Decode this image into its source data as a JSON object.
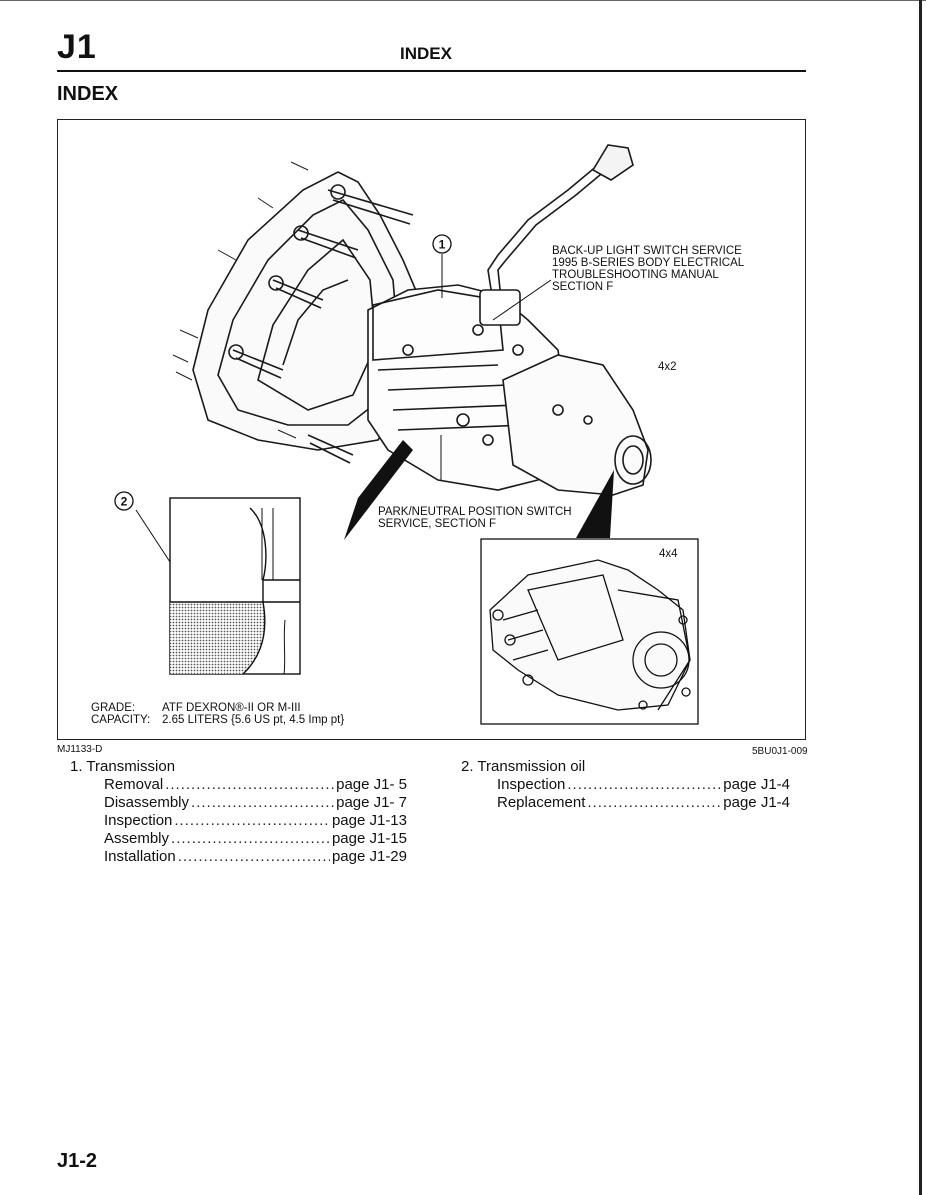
{
  "header": {
    "section_code": "J1",
    "running_title": "INDEX"
  },
  "page_title": "INDEX",
  "figure": {
    "callout_1_number": "1",
    "callout_2_number": "2",
    "backup_light_note": "BACK-UP LIGHT SWITCH SERVICE\n1995 B-SERIES BODY ELECTRICAL\nTROUBLESHOOTING MANUAL\nSECTION F",
    "park_neutral_note": "PARK/NEUTRAL POSITION SWITCH\nSERVICE, SECTION F",
    "label_4x2": "4x2",
    "label_4x4": "4x4",
    "grade_label": "GRADE:",
    "grade_value": "ATF DEXRON®-II OR M-III",
    "capacity_label": "CAPACITY:",
    "capacity_value": "2.65 LITERS {5.6 US pt, 4.5 Imp pt}",
    "id_left": "MJ1133-D",
    "id_right": "5BU0J1-009"
  },
  "index": {
    "transmission": {
      "heading": "1. Transmission",
      "entries": [
        {
          "label": "Removal",
          "page": "page J1-  5"
        },
        {
          "label": "Disassembly",
          "page": "page J1-  7"
        },
        {
          "label": "Inspection",
          "page": "page J1-13"
        },
        {
          "label": "Assembly",
          "page": "page J1-15"
        },
        {
          "label": "Installation",
          "page": "page J1-29"
        }
      ]
    },
    "transmission_oil": {
      "heading": "2. Transmission oil",
      "entries": [
        {
          "label": "Inspection",
          "page": "page J1-4"
        },
        {
          "label": "Replacement",
          "page": "page J1-4"
        }
      ]
    }
  },
  "footer": {
    "page_number": "J1-2"
  }
}
